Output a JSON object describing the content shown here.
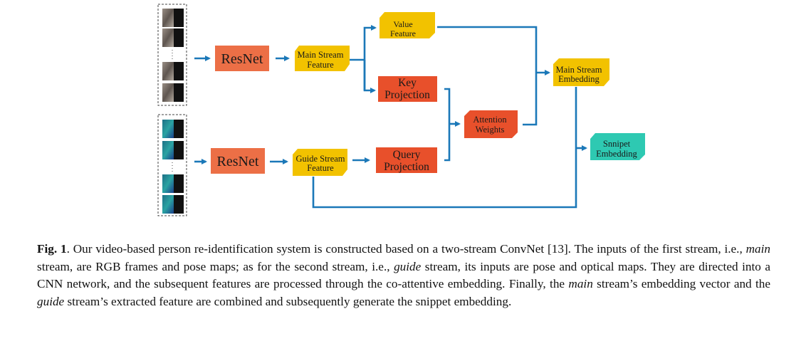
{
  "figure": {
    "resnet_top": "ResNet",
    "resnet_bottom": "ResNet",
    "main_stream_feature": [
      "Main Stream",
      "Feature"
    ],
    "guide_stream_feature": [
      "Guide Stream",
      "Feature"
    ],
    "value_feature": [
      "Value",
      "Feature"
    ],
    "key_projection": [
      "Key",
      "Projection"
    ],
    "query_projection": [
      "Query",
      "Projection"
    ],
    "attention_weights": [
      "Attention",
      "Weights"
    ],
    "main_stream_embedding": [
      "Main Stream",
      "Embedding"
    ],
    "snippet_embedding": [
      "Snnipet",
      "Embedding"
    ],
    "colors": {
      "resnet": "#ec6f46",
      "feature": "#f2c200",
      "projection": "#e8502b",
      "snippet": "#2ec9b2",
      "arrow": "#1b78b8"
    }
  },
  "caption": {
    "label": "Fig. 1",
    "p1": ". Our video-based person re-identification system is constructed based on a two-stream ConvNet [13]. The inputs of the first stream, i.e., ",
    "em1": "main",
    "p2": " stream, are RGB frames and pose maps; as for the second stream, i.e., ",
    "em2": "guide",
    "p3": " stream, its inputs are pose and optical maps. They are directed into a CNN network, and the subsequent features are processed through the co-attentive embedding. Finally, the ",
    "em3": "main",
    "p4": " stream’s embedding vector and the ",
    "em4": "guide",
    "p5": " stream’s extracted feature are combined and subsequently generate the snippet embedding."
  }
}
